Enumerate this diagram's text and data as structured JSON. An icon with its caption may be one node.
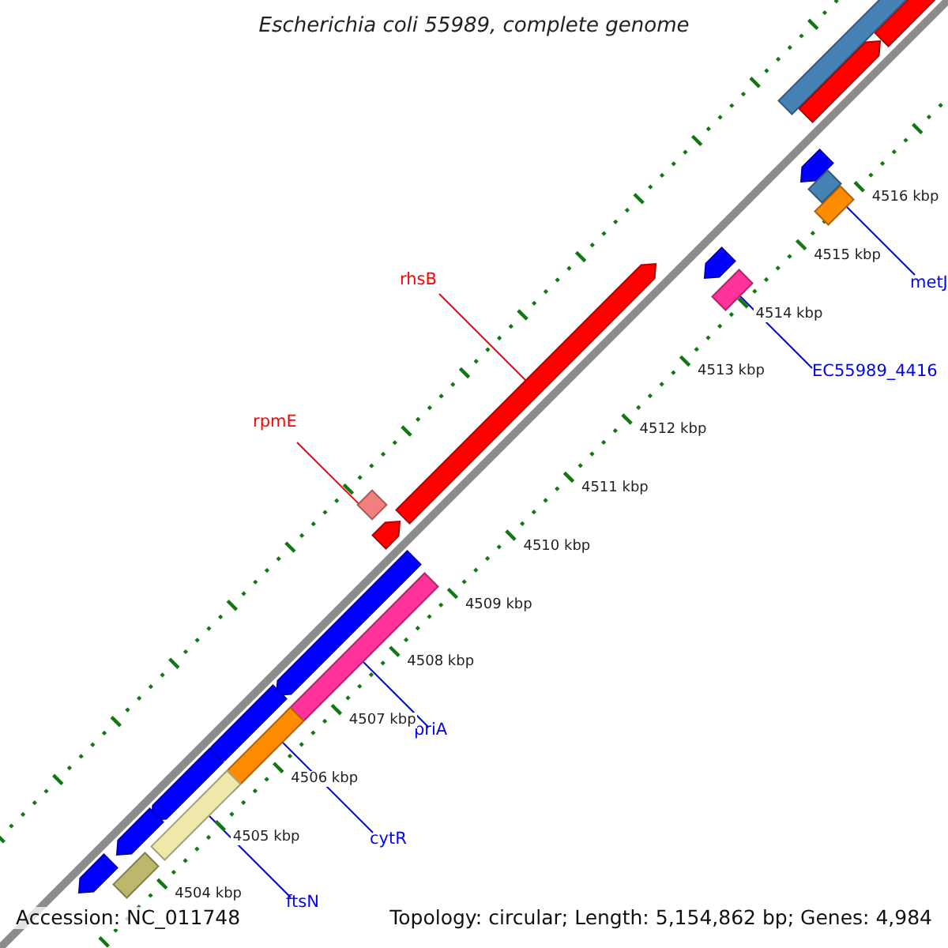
{
  "diagram": {
    "title": "Escherichia coli 55989, complete genome",
    "nodes": [
      {
        "text": [
          "rhsB"
        ]
      },
      {
        "text": [],
        "shape": "bar"
      },
      {
        "text": [
          "rpmE"
        ]
      },
      {
        "text": [],
        "shape": "diamond"
      },
      {
        "text": [
          "metJ"
        ]
      },
      {
        "text": [],
        "shape": "bar"
      },
      {
        "text": [
          "EC55989_4416"
        ]
      },
      {
        "text": [],
        "shape": "bar"
      },
      {
        "text": [
          "priA"
        ]
      },
      {
        "text": [],
        "shape": "bar"
      },
      {
        "text": [
          "cytR"
        ]
      },
      {
        "text": [],
        "shape": "bar"
      },
      {
        "text": [
          "ftsN"
        ]
      },
      {
        "text": [],
        "shape": "bar"
      },
      {
        "text": [],
        "shape": "bar"
      },
      {
        "text": [],
        "shape": "bar"
      },
      {
        "text": [],
        "shape": "bar"
      },
      {
        "text": [],
        "shape": "bar"
      },
      {
        "text": [],
        "shape": "bar"
      },
      {
        "text": [],
        "shape": "bar"
      },
      {
        "text": [],
        "shape": "bar"
      },
      {
        "text": [],
        "shape": "bar"
      },
      {
        "text": [],
        "shape": "bar"
      },
      {
        "text": [],
        "shape": "bar"
      },
      {
        "text": [],
        "shape": "bar"
      },
      {
        "text": [],
        "shape": "bar"
      },
      {
        "text": [],
        "shape": "bar"
      }
    ],
    "edges": [
      {
        "from": 0,
        "to": 1,
        "arrow": "none",
        "color": "#ff0000"
      },
      {
        "from": 2,
        "to": 3,
        "arrow": "none",
        "color": "#ff0000"
      },
      {
        "from": 4,
        "to": 5,
        "arrow": "none"
      },
      {
        "from": 6,
        "to": 7,
        "arrow": "none"
      },
      {
        "from": 8,
        "to": 9,
        "arrow": "none"
      },
      {
        "from": 10,
        "to": 11,
        "arrow": "none"
      },
      {
        "from": 12,
        "to": 13,
        "arrow": "none"
      }
    ],
    "labels": [
      "4516 kbp",
      "4515 kbp",
      "4514 kbp",
      "4513 kbp",
      "4512 kbp",
      "4511 kbp",
      "4510 kbp",
      "4509 kbp",
      "4508 kbp",
      "4507 kbp",
      "4506 kbp",
      "4505 kbp",
      "4504 kbp",
      "Accession: NC_011748",
      "Topology: circular; Length: 5,154,862 bp; Genes: 4,984"
    ]
  }
}
